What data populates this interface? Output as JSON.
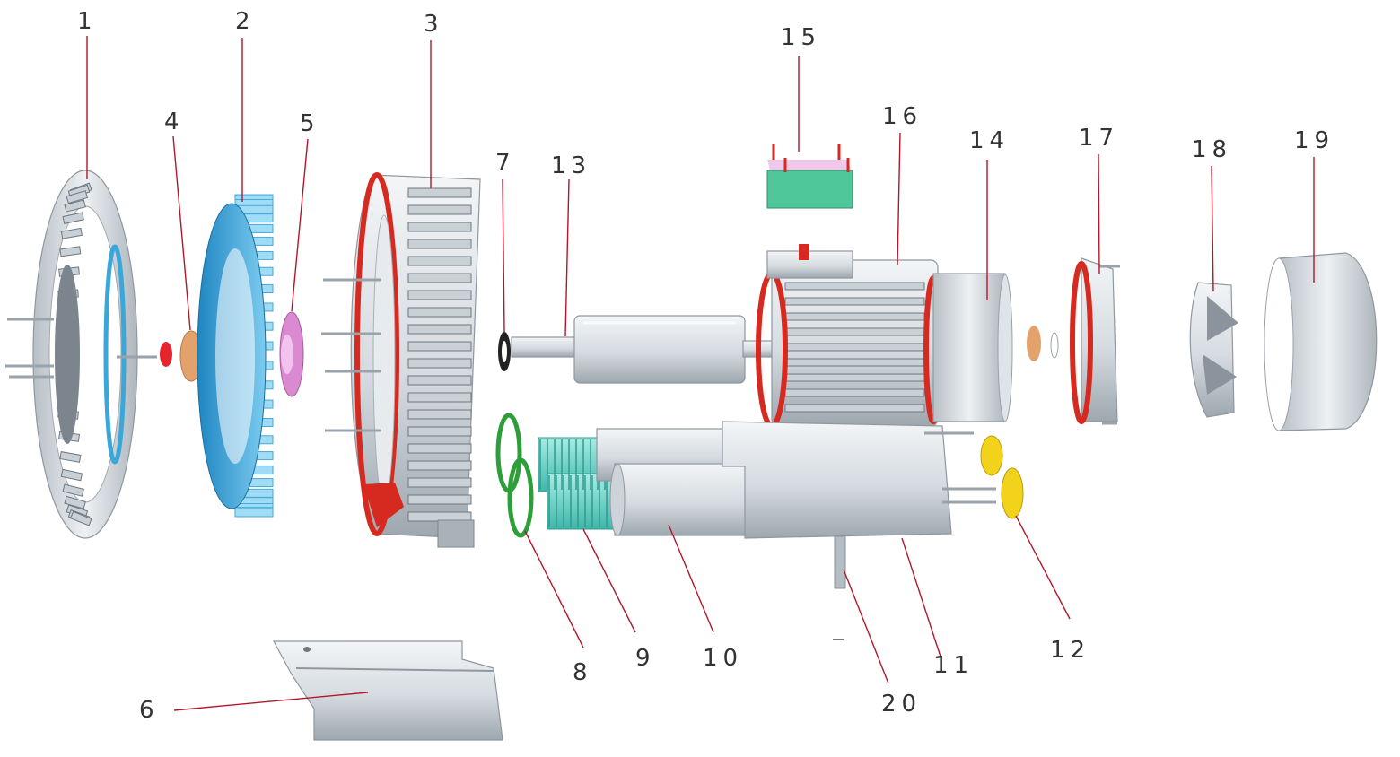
{
  "labels": {
    "l1": "1",
    "l2": "2",
    "l3": "3",
    "l4": "4",
    "l5": "5",
    "l6": "6",
    "l7": "7",
    "l8": "8",
    "l9": "9",
    "l10": "10",
    "l11": "11",
    "l12": "12",
    "l13": "13",
    "l14": "14",
    "l15": "15",
    "l16": "16",
    "l17": "17",
    "l18": "18",
    "l19": "19",
    "l20": "20"
  },
  "colors": {
    "leader": "#b0182a",
    "seal_red": "#d62a20",
    "impeller_blue": "#3aa7d8",
    "bearing_orange": "#e3a16b",
    "hub_pink": "#d98ad0",
    "gasket_green": "#2e9e3a",
    "muffler_teal": "#6fd3c8",
    "terminal_box_green": "#4fc79a",
    "knob_yellow": "#f2d21a"
  }
}
